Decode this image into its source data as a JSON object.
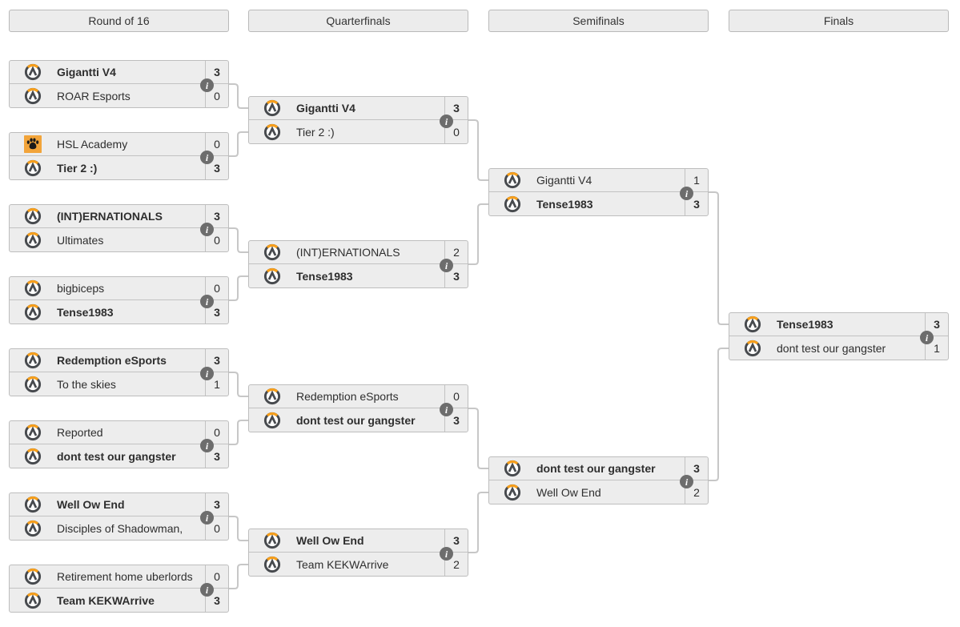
{
  "colors": {
    "accent_orange": "#f9a01b",
    "logo_dark": "#474a4e",
    "paw_bg": "#f2a43a",
    "paw_ink": "#1a1a1a",
    "box_bg": "#ededed",
    "box_border": "#bdbdbd",
    "divider": "#c2c2c2",
    "connector": "#c7c7c7",
    "text": "#2e2e2e",
    "info_bg": "#6d6d6d"
  },
  "icons": {
    "info": "i"
  },
  "rounds": [
    {
      "name": "Round of 16",
      "matches": [
        {
          "teams": [
            {
              "name": "Gigantti V4",
              "score": "3",
              "winner": true,
              "logo": "overwatch"
            },
            {
              "name": "ROAR Esports",
              "score": "0",
              "winner": false,
              "logo": "overwatch"
            }
          ]
        },
        {
          "teams": [
            {
              "name": "HSL Academy",
              "score": "0",
              "winner": false,
              "logo": "paw"
            },
            {
              "name": "Tier 2 :)",
              "score": "3",
              "winner": true,
              "logo": "overwatch"
            }
          ]
        },
        {
          "teams": [
            {
              "name": "(INT)ERNATIONALS",
              "score": "3",
              "winner": true,
              "logo": "overwatch"
            },
            {
              "name": "Ultimates",
              "score": "0",
              "winner": false,
              "logo": "overwatch"
            }
          ]
        },
        {
          "teams": [
            {
              "name": "bigbiceps",
              "score": "0",
              "winner": false,
              "logo": "overwatch"
            },
            {
              "name": "Tense1983",
              "score": "3",
              "winner": true,
              "logo": "overwatch"
            }
          ]
        },
        {
          "teams": [
            {
              "name": "Redemption eSports",
              "score": "3",
              "winner": true,
              "logo": "overwatch"
            },
            {
              "name": "To the skies",
              "score": "1",
              "winner": false,
              "logo": "overwatch"
            }
          ]
        },
        {
          "teams": [
            {
              "name": "Reported",
              "score": "0",
              "winner": false,
              "logo": "overwatch"
            },
            {
              "name": "dont test our gangster",
              "score": "3",
              "winner": true,
              "logo": "overwatch"
            }
          ]
        },
        {
          "teams": [
            {
              "name": "Well Ow End",
              "score": "3",
              "winner": true,
              "logo": "overwatch"
            },
            {
              "name": "Disciples of Shadowman,",
              "score": "0",
              "winner": false,
              "logo": "overwatch"
            }
          ]
        },
        {
          "teams": [
            {
              "name": "Retirement home uberlords",
              "score": "0",
              "winner": false,
              "logo": "overwatch"
            },
            {
              "name": "Team KEKWArrive",
              "score": "3",
              "winner": true,
              "logo": "overwatch"
            }
          ]
        }
      ]
    },
    {
      "name": "Quarterfinals",
      "matches": [
        {
          "teams": [
            {
              "name": "Gigantti V4",
              "score": "3",
              "winner": true,
              "logo": "overwatch"
            },
            {
              "name": "Tier 2 :)",
              "score": "0",
              "winner": false,
              "logo": "overwatch"
            }
          ]
        },
        {
          "teams": [
            {
              "name": "(INT)ERNATIONALS",
              "score": "2",
              "winner": false,
              "logo": "overwatch"
            },
            {
              "name": "Tense1983",
              "score": "3",
              "winner": true,
              "logo": "overwatch"
            }
          ]
        },
        {
          "teams": [
            {
              "name": "Redemption eSports",
              "score": "0",
              "winner": false,
              "logo": "overwatch"
            },
            {
              "name": "dont test our gangster",
              "score": "3",
              "winner": true,
              "logo": "overwatch"
            }
          ]
        },
        {
          "teams": [
            {
              "name": "Well Ow End",
              "score": "3",
              "winner": true,
              "logo": "overwatch"
            },
            {
              "name": "Team KEKWArrive",
              "score": "2",
              "winner": false,
              "logo": "overwatch"
            }
          ]
        }
      ]
    },
    {
      "name": "Semifinals",
      "matches": [
        {
          "teams": [
            {
              "name": "Gigantti V4",
              "score": "1",
              "winner": false,
              "logo": "overwatch"
            },
            {
              "name": "Tense1983",
              "score": "3",
              "winner": true,
              "logo": "overwatch"
            }
          ]
        },
        {
          "teams": [
            {
              "name": "dont test our gangster",
              "score": "3",
              "winner": true,
              "logo": "overwatch"
            },
            {
              "name": "Well Ow End",
              "score": "2",
              "winner": false,
              "logo": "overwatch"
            }
          ]
        }
      ]
    },
    {
      "name": "Finals",
      "matches": [
        {
          "teams": [
            {
              "name": "Tense1983",
              "score": "3",
              "winner": true,
              "logo": "overwatch"
            },
            {
              "name": "dont test our gangster",
              "score": "1",
              "winner": false,
              "logo": "overwatch"
            }
          ]
        }
      ]
    }
  ]
}
